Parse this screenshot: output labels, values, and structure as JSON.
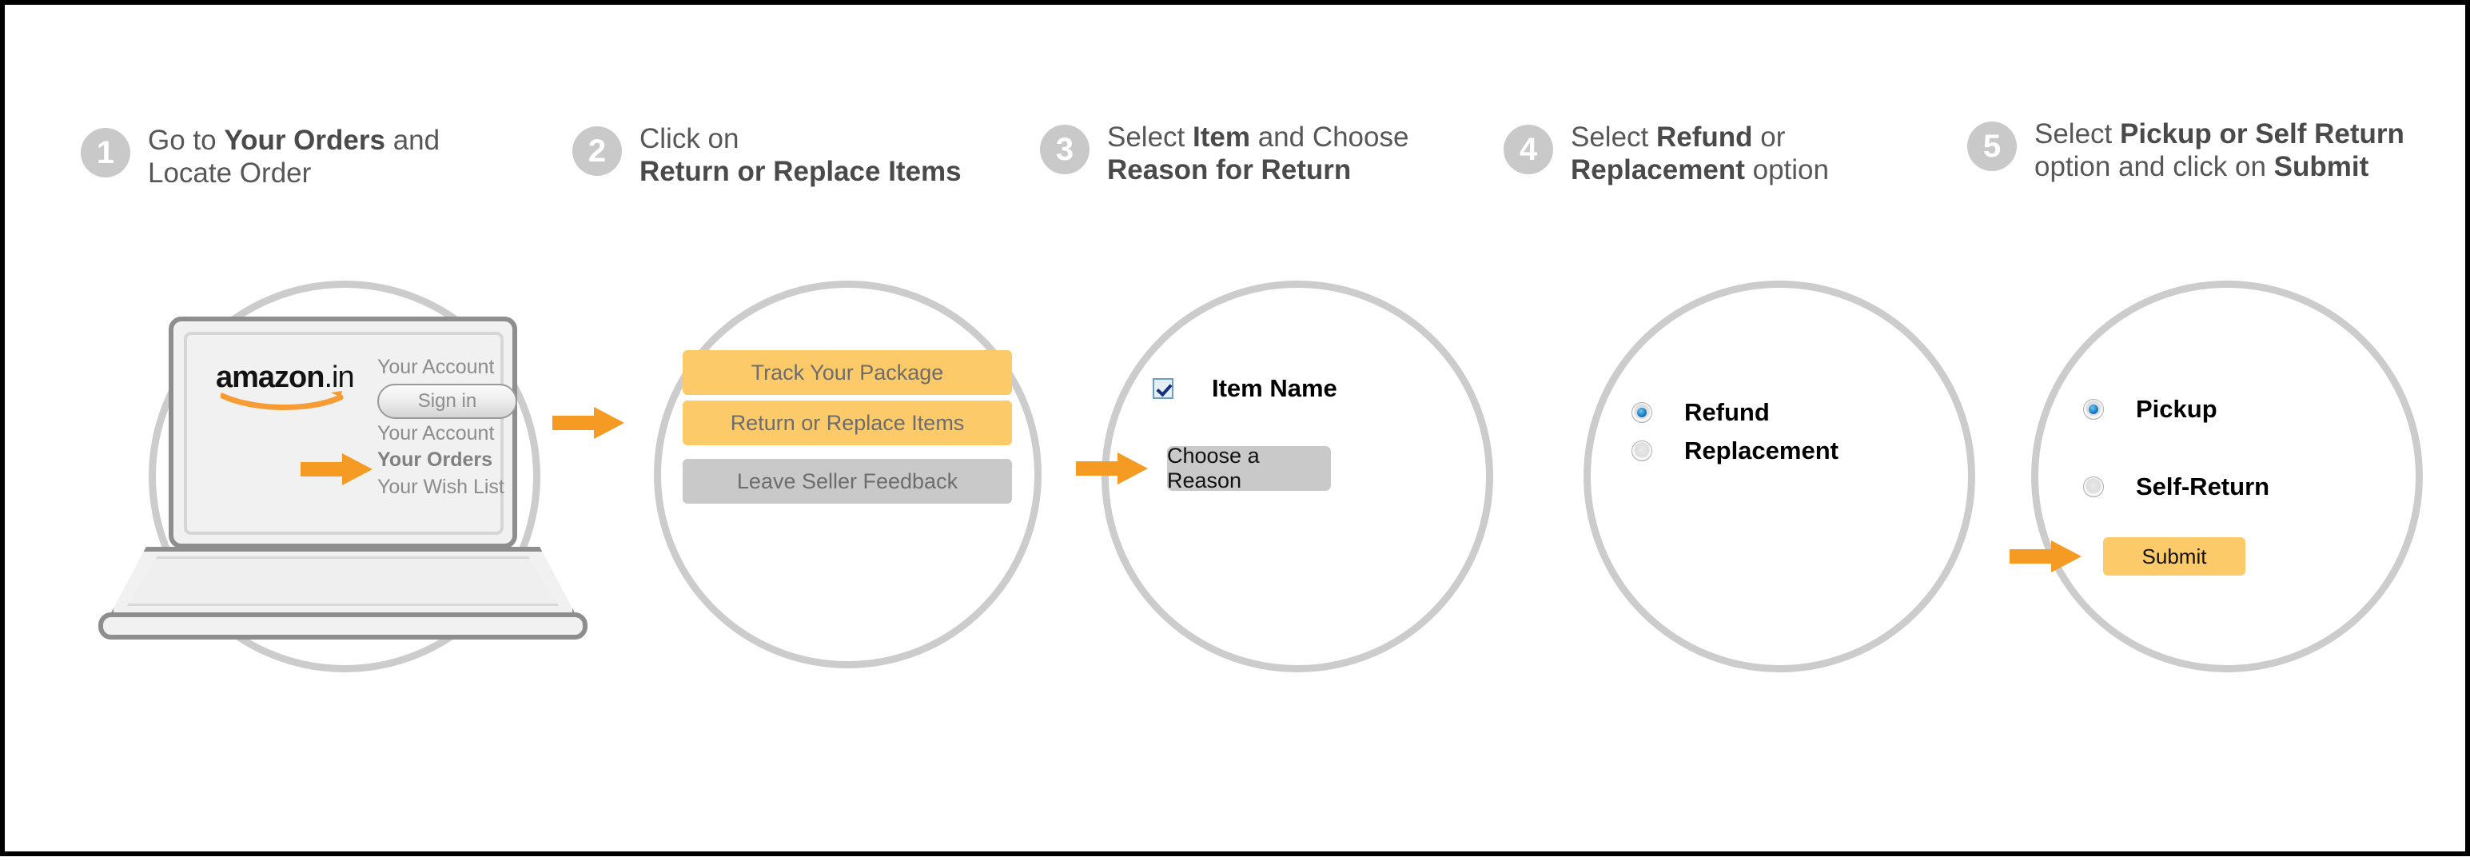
{
  "page": {
    "title": "Amazon.in Return or Replace Items — 5 step guide",
    "accent_amber": "#fcca69",
    "accent_orange": "#f59a23",
    "circle_outline": "#cccccc",
    "badge_grey": "#c9c9c9",
    "text_grey": "#575757"
  },
  "steps": [
    {
      "number": "1",
      "title_parts": [
        {
          "text": "Go to ",
          "bold": false
        },
        {
          "text": "Your Orders",
          "bold": true
        },
        {
          "text": " and Locate Order",
          "bold": false
        }
      ]
    },
    {
      "number": "2",
      "title_parts": [
        {
          "text": "Click on ",
          "bold": false
        },
        {
          "text": "Return or Replace Items",
          "bold": true
        }
      ]
    },
    {
      "number": "3",
      "title_parts": [
        {
          "text": "Select ",
          "bold": false
        },
        {
          "text": "Item",
          "bold": true
        },
        {
          "text": " and Choose ",
          "bold": false
        },
        {
          "text": "Reason for Return",
          "bold": true
        }
      ]
    },
    {
      "number": "4",
      "title_parts": [
        {
          "text": "Select ",
          "bold": false
        },
        {
          "text": "Refund",
          "bold": true
        },
        {
          "text": " or ",
          "bold": false
        },
        {
          "text": "Replacement",
          "bold": true
        },
        {
          "text": " option",
          "bold": false
        }
      ]
    },
    {
      "number": "5",
      "title_parts": [
        {
          "text": "Select ",
          "bold": false
        },
        {
          "text": "Pickup or Self Return",
          "bold": true
        },
        {
          "text": " option and click on ",
          "bold": false
        },
        {
          "text": "Submit",
          "bold": true
        }
      ]
    }
  ],
  "step1": {
    "brand_name": "amazon",
    "brand_tld": ".in",
    "account_heading": "Your Account",
    "signin_label": "Sign in",
    "links": [
      {
        "label": "Your Account",
        "highlighted": false
      },
      {
        "label": "Your Orders",
        "highlighted": true
      },
      {
        "label": "Your Wish List",
        "highlighted": false
      }
    ]
  },
  "step2": {
    "bars": [
      {
        "label": "Track Your Package",
        "style": "amber",
        "arrow": false
      },
      {
        "label": "Return or Replace  Items",
        "style": "amber",
        "arrow": true
      },
      {
        "label": "Leave Seller Feedback",
        "style": "grey",
        "arrow": false
      }
    ]
  },
  "step3": {
    "checkbox_label": "Item Name",
    "checkbox_checked": true,
    "reason_button_label": "Choose a Reason"
  },
  "step4": {
    "options": [
      {
        "label": "Refund",
        "selected": true
      },
      {
        "label": "Replacement",
        "selected": false
      }
    ]
  },
  "step5": {
    "options": [
      {
        "label": "Pickup",
        "selected": true
      },
      {
        "label": "Self-Return",
        "selected": false
      }
    ],
    "submit_label": "Submit"
  }
}
